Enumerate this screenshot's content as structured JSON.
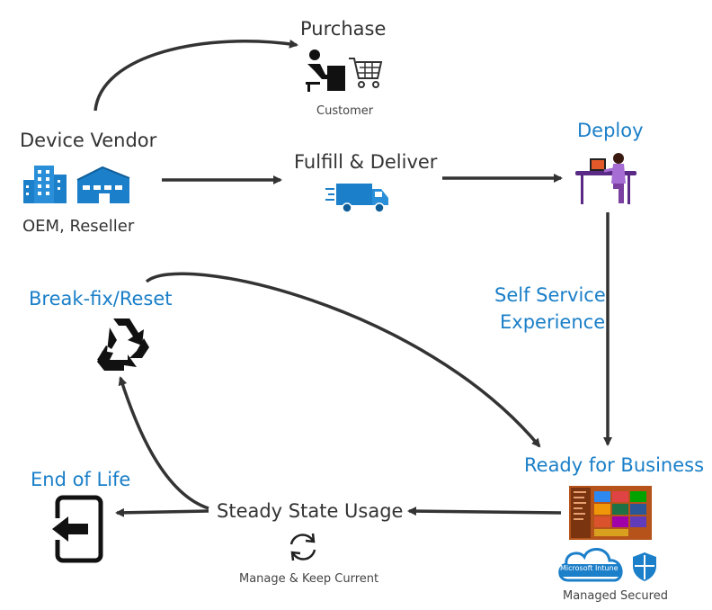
{
  "nodes": {
    "purchase": {
      "title": "Purchase",
      "caption": "Customer",
      "icon": "customer-shopping-cart-icon"
    },
    "vendor": {
      "title": "Device Vendor",
      "caption": "OEM, Reseller",
      "icon": "factory-buildings-icon"
    },
    "fulfill": {
      "title": "Fulfill & Deliver",
      "icon": "delivery-truck-icon"
    },
    "deploy": {
      "title": "Deploy",
      "icon": "person-at-desk-icon"
    },
    "self_service": {
      "title_line1": "Self Service",
      "title_line2": "Experience"
    },
    "ready": {
      "title": "Ready for Business",
      "caption": "Managed Secured",
      "intune_label": "Microsoft Intune",
      "icon": "windows-start-screen-icon"
    },
    "steady": {
      "title": "Steady State Usage",
      "caption": "Manage & Keep Current",
      "icon": "refresh-sync-icon"
    },
    "end_of_life": {
      "title": "End of Life",
      "icon": "exit-door-icon"
    },
    "break_fix": {
      "title": "Break-fix/Reset",
      "icon": "recycle-icon"
    }
  },
  "colors": {
    "accent": "#1a7fc8",
    "text": "#333333",
    "arrow": "#333333",
    "vendor_icons": "#1b7fc9",
    "truck": "#1b7fc9",
    "deploy_person": "#7a3fa0",
    "tiles_bg": "#c85a14",
    "defender": "#1b7fc9"
  }
}
